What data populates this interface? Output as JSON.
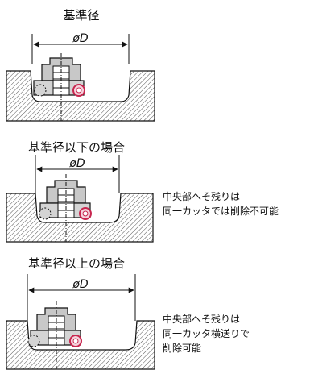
{
  "cases": [
    {
      "title": "基準径",
      "dimension": "øD",
      "note": []
    },
    {
      "title": "基準径以下の場合",
      "dimension": "øD",
      "note": [
        "中央部へそ残りは",
        "同一カッタでは削除不可能"
      ]
    },
    {
      "title": "基準径以上の場合",
      "dimension": "øD",
      "note": [
        "中央部へそ残りは",
        "同一カッタ横送りで",
        "削除可能"
      ]
    }
  ],
  "colors": {
    "line": "#111111",
    "hatch": "#555555",
    "insert_ring": "#c8264f",
    "insert_fill": "#f4d3dc"
  }
}
